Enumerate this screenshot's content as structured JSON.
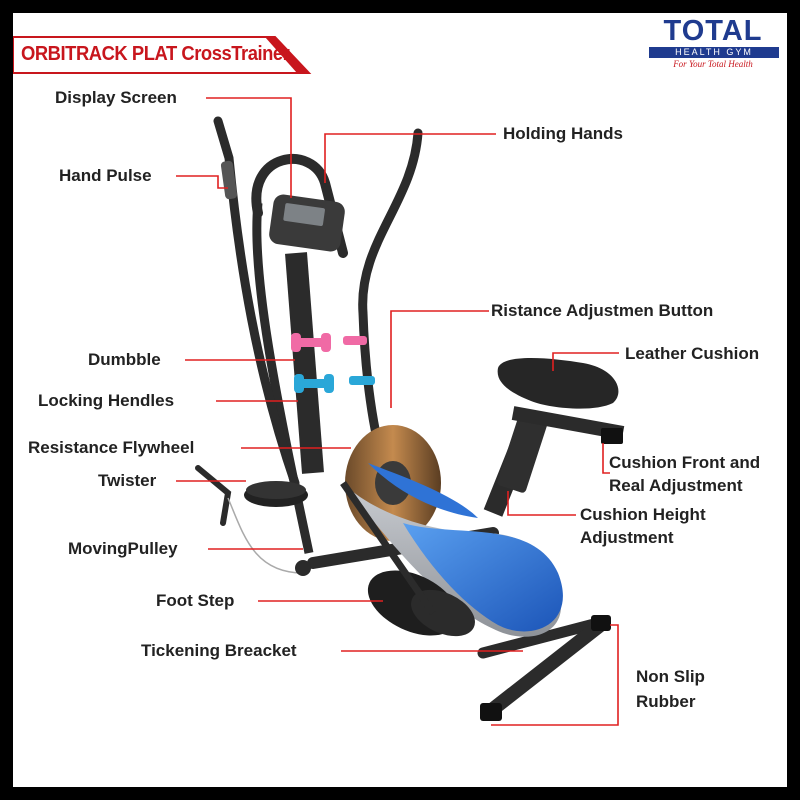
{
  "title": "ORBITRACK PLAT CrossTrainer",
  "brand": {
    "name": "TOTAL",
    "subtitle": "HEALTH GYM",
    "tagline": "For Your Total Health",
    "colors": {
      "navy": "#1f3b8f",
      "red": "#c8161d"
    }
  },
  "labels": {
    "display_screen": "Display Screen",
    "hand_pulse": "Hand Pulse",
    "holding_hands": "Holding Hands",
    "resistance_button": "Ristance Adjustmen Button",
    "dumbble": "Dumbble",
    "leather_cushion": "Leather Cushion",
    "locking_hendles": "Locking Hendles",
    "resistance_flywheel": "Resistance Flywheel",
    "cushion_front_1": "Cushion Front and",
    "cushion_front_2": "Real Adjustment",
    "twister": "Twister",
    "cushion_height_1": "Cushion Height",
    "cushion_height_2": "Adjustment",
    "moving_pulley": "MovingPulley",
    "foot_step": "Foot Step",
    "tickening_breacket": "Tickening Breacket",
    "non_slip_1": "Non Slip",
    "non_slip_2": "Rubber"
  },
  "colors": {
    "leader_line": "#e02020",
    "frame": "#2b2b2b",
    "accent_blue": "#2f73d6",
    "silver": "#a9acb2",
    "pink": "#f06aa5",
    "cyan": "#2aa7d8"
  }
}
